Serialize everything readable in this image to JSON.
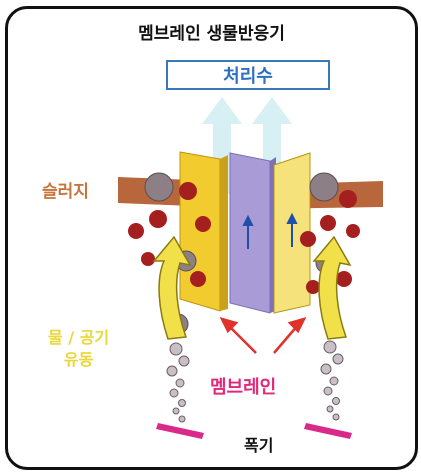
{
  "title": "멤브레인 생물반응기",
  "outflow_label": "처리수",
  "sludge_label": "슬러지",
  "flow_label_line1": "물 / 공기",
  "flow_label_line2": "유동",
  "membrane_label": "멤브레인",
  "aeration_label": "폭기",
  "colors": {
    "frame": "#111111",
    "box_border": "#3a78b8",
    "outflow_text": "#2d6fbf",
    "sludge_text": "#c8743e",
    "flow_text": "#e8d838",
    "membrane_text": "#e2287a",
    "red_arrow": "#e0312b",
    "panel_yellow": "#f2cc2e",
    "membrane_violet": "#a89bd6",
    "sludge_bar": "#b8673c",
    "bubble_pink": "#d92a8a"
  }
}
